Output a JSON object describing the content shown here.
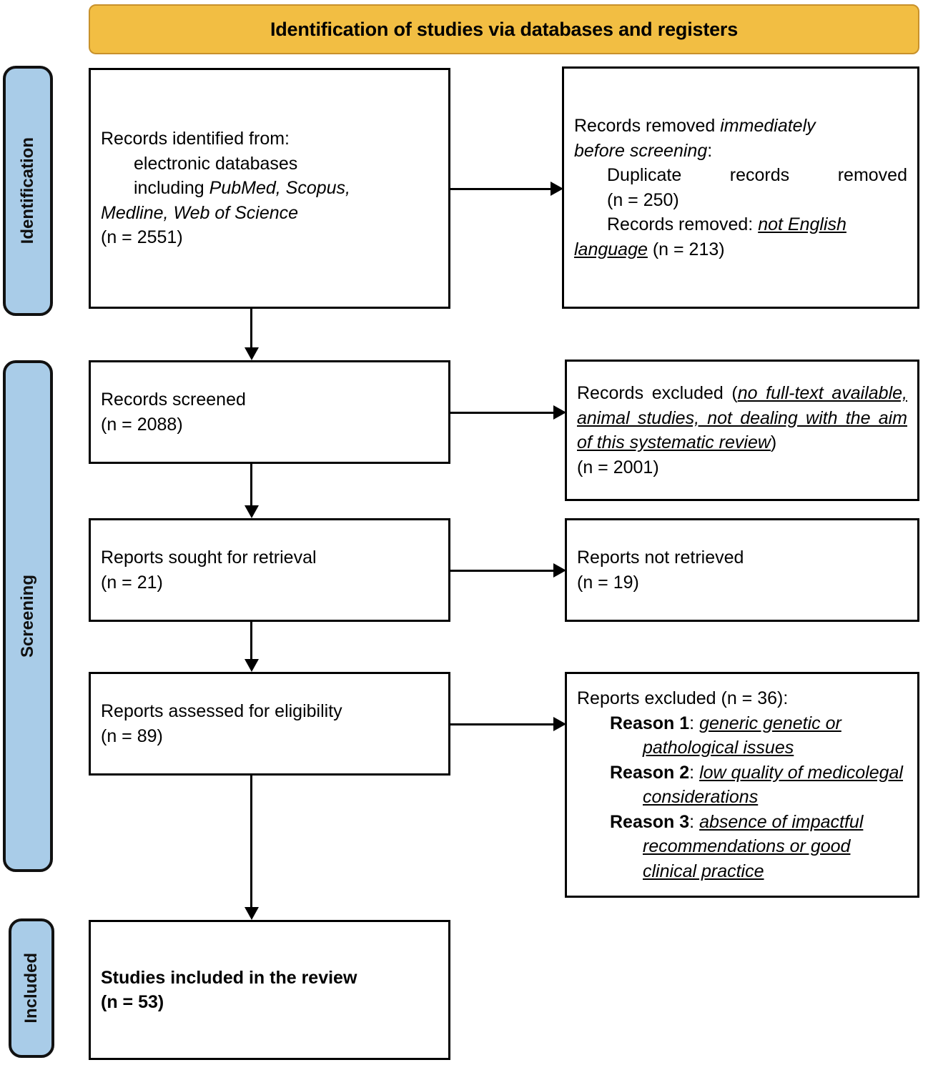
{
  "banner": {
    "title": "Identification of studies via databases and registers",
    "color": "#F2BE43"
  },
  "stages": {
    "identification": "Identification",
    "screening": "Screening",
    "included": "Included",
    "color": "#A9CCE8"
  },
  "boxes": {
    "identified": {
      "line1": "Records identified from:",
      "line2": "electronic databases",
      "line3_prefix": "including ",
      "line3_italic": "PubMed, Scopus,",
      "line4_italic": "Medline, Web of Science",
      "line5": "(n = 2551)"
    },
    "removed": {
      "line1_prefix": "Records removed ",
      "line1_italic": "immediately",
      "line2_italic": "before screening",
      "line2_suffix": ":",
      "line3": "Duplicate records removed",
      "line4": "(n = 250)",
      "line5_prefix": "Records removed: ",
      "line5_italic": "not English",
      "line6_italic": "language",
      "line6_suffix": " (n = 213)"
    },
    "screened": {
      "line1": "Records screened",
      "line2": "(n = 2088)"
    },
    "excluded": {
      "prefix": "Records excluded (",
      "italic": "no full-text available, animal studies, not dealing with the aim of this systematic review",
      "suffix": ")",
      "count": "(n = 2001)"
    },
    "sought": {
      "line1": "Reports sought for retrieval",
      "line2": "(n = 21)"
    },
    "not_retrieved": {
      "line1": "Reports not retrieved",
      "line2": "(n = 19)"
    },
    "assessed": {
      "line1": "Reports assessed for eligibility",
      "line2": "(n = 89)"
    },
    "reports_excluded": {
      "header": "Reports excluded (n = 36):",
      "reason1_label": "Reason 1",
      "reason1_sep": ": ",
      "reason1_text": "generic genetic or pathological issues",
      "reason2_label": "Reason 2",
      "reason2_sep": ": ",
      "reason2_text": "low quality of medicolegal considerations",
      "reason3_label": "Reason 3",
      "reason3_sep": ": ",
      "reason3_text": "absence of impactful recommendations or good clinical practice"
    },
    "included": {
      "line1": "Studies included in the review",
      "line2": "(n = 53)"
    }
  }
}
